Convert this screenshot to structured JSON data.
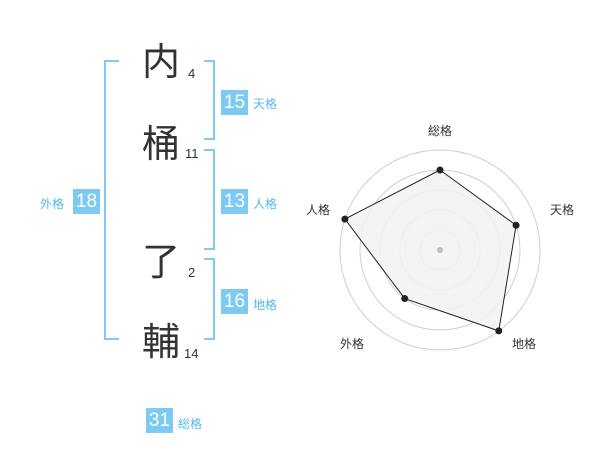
{
  "characters": [
    {
      "char": "内",
      "strokes": "4"
    },
    {
      "char": "桶",
      "strokes": "11"
    },
    {
      "char": "了",
      "strokes": "2"
    },
    {
      "char": "輔",
      "strokes": "14"
    }
  ],
  "ratings": {
    "tenkaku": {
      "value": "15",
      "label": "天格"
    },
    "jinkaku": {
      "value": "13",
      "label": "人格"
    },
    "chikaku": {
      "value": "16",
      "label": "地格"
    },
    "gaikaku": {
      "value": "18",
      "label": "外格"
    },
    "soukaku": {
      "value": "31",
      "label": "総格"
    }
  },
  "chart_data": {
    "type": "radar",
    "axes": [
      "総格",
      "天格",
      "地格",
      "外格",
      "人格"
    ],
    "scale_max": 5,
    "rings": 5,
    "values": [
      4,
      4,
      5,
      3,
      5
    ],
    "colors": {
      "fill": "#f2f2f2",
      "line": "#222222",
      "grid": "#cfcfcf",
      "point": "#222222"
    }
  }
}
